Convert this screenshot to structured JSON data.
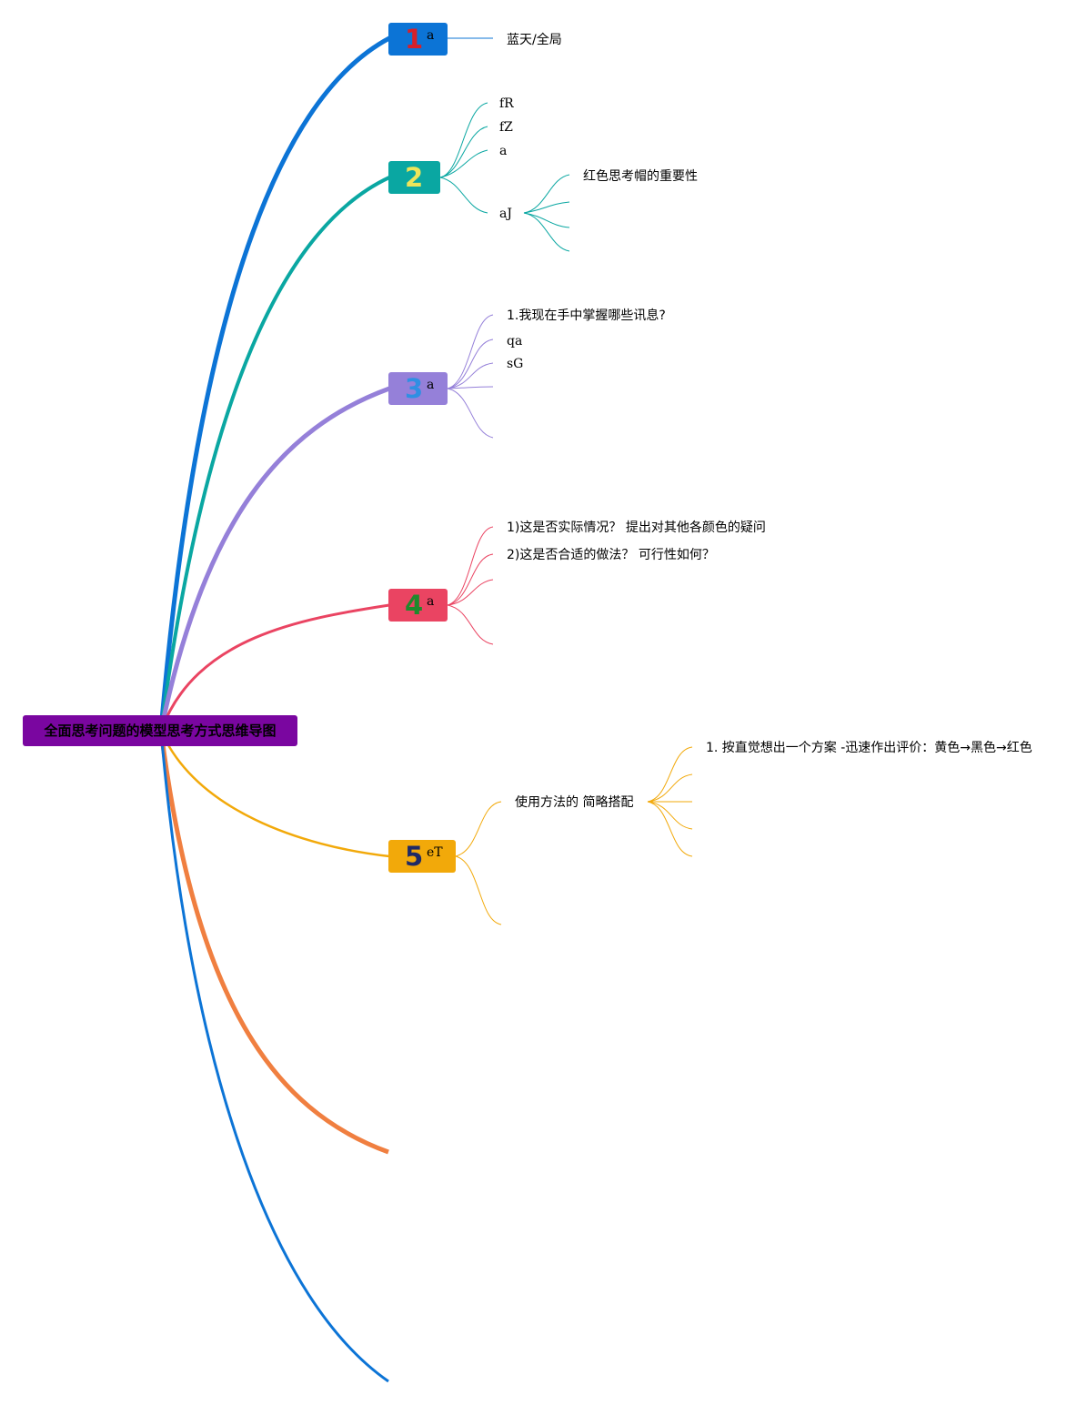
{
  "root": {
    "label": "全面思考问题的模型思考方式思维导图",
    "color": "#7a06a0"
  },
  "branches": [
    {
      "number": "1",
      "label": "a",
      "color": "#0c74d6",
      "number_color": "#d8202a",
      "children": [
        {
          "label": "蓝天/全局"
        }
      ]
    },
    {
      "number": "2",
      "label": "",
      "color": "#0aa7a2",
      "number_color": "#ede55a",
      "children": [
        {
          "label": "fR"
        },
        {
          "label": "fZ"
        },
        {
          "label": "a"
        },
        {
          "label": "aJ",
          "children": [
            {
              "label": "红色思考帽的重要性"
            },
            {
              "label": ""
            },
            {
              "label": ""
            },
            {
              "label": ""
            }
          ]
        }
      ]
    },
    {
      "number": "3",
      "label": "a",
      "color": "#9580d9",
      "number_color": "#2f8fe3",
      "children": [
        {
          "label": "1.我现在手中掌握哪些讯息?"
        },
        {
          "label": "qa"
        },
        {
          "label": "sG"
        },
        {
          "label": ""
        },
        {
          "label": ""
        }
      ]
    },
    {
      "number": "4",
      "label": "a",
      "color": "#ea4462",
      "number_color": "#1f8a2c",
      "children": [
        {
          "label": "1)这是否实际情况？ 提出对其他各颜色的疑问"
        },
        {
          "label": "2)这是否合适的做法？ 可行性如何？"
        },
        {
          "label": ""
        },
        {
          "label": ""
        }
      ]
    },
    {
      "number": "5",
      "label": "eT",
      "color": "#f2a90a",
      "number_color": "#1f2a66",
      "children": [
        {
          "label": "使用方法的 简略搭配",
          "children": [
            {
              "label": "1. 按直觉想出一个方案 -迅速作出评价：黄色→黑色→红色"
            },
            {
              "label": ""
            },
            {
              "label": ""
            },
            {
              "label": ""
            },
            {
              "label": ""
            }
          ]
        },
        {
          "label": ""
        }
      ]
    }
  ],
  "extra_branches": [
    {
      "color": "#f07f40"
    },
    {
      "color": "#0c74d6"
    }
  ]
}
